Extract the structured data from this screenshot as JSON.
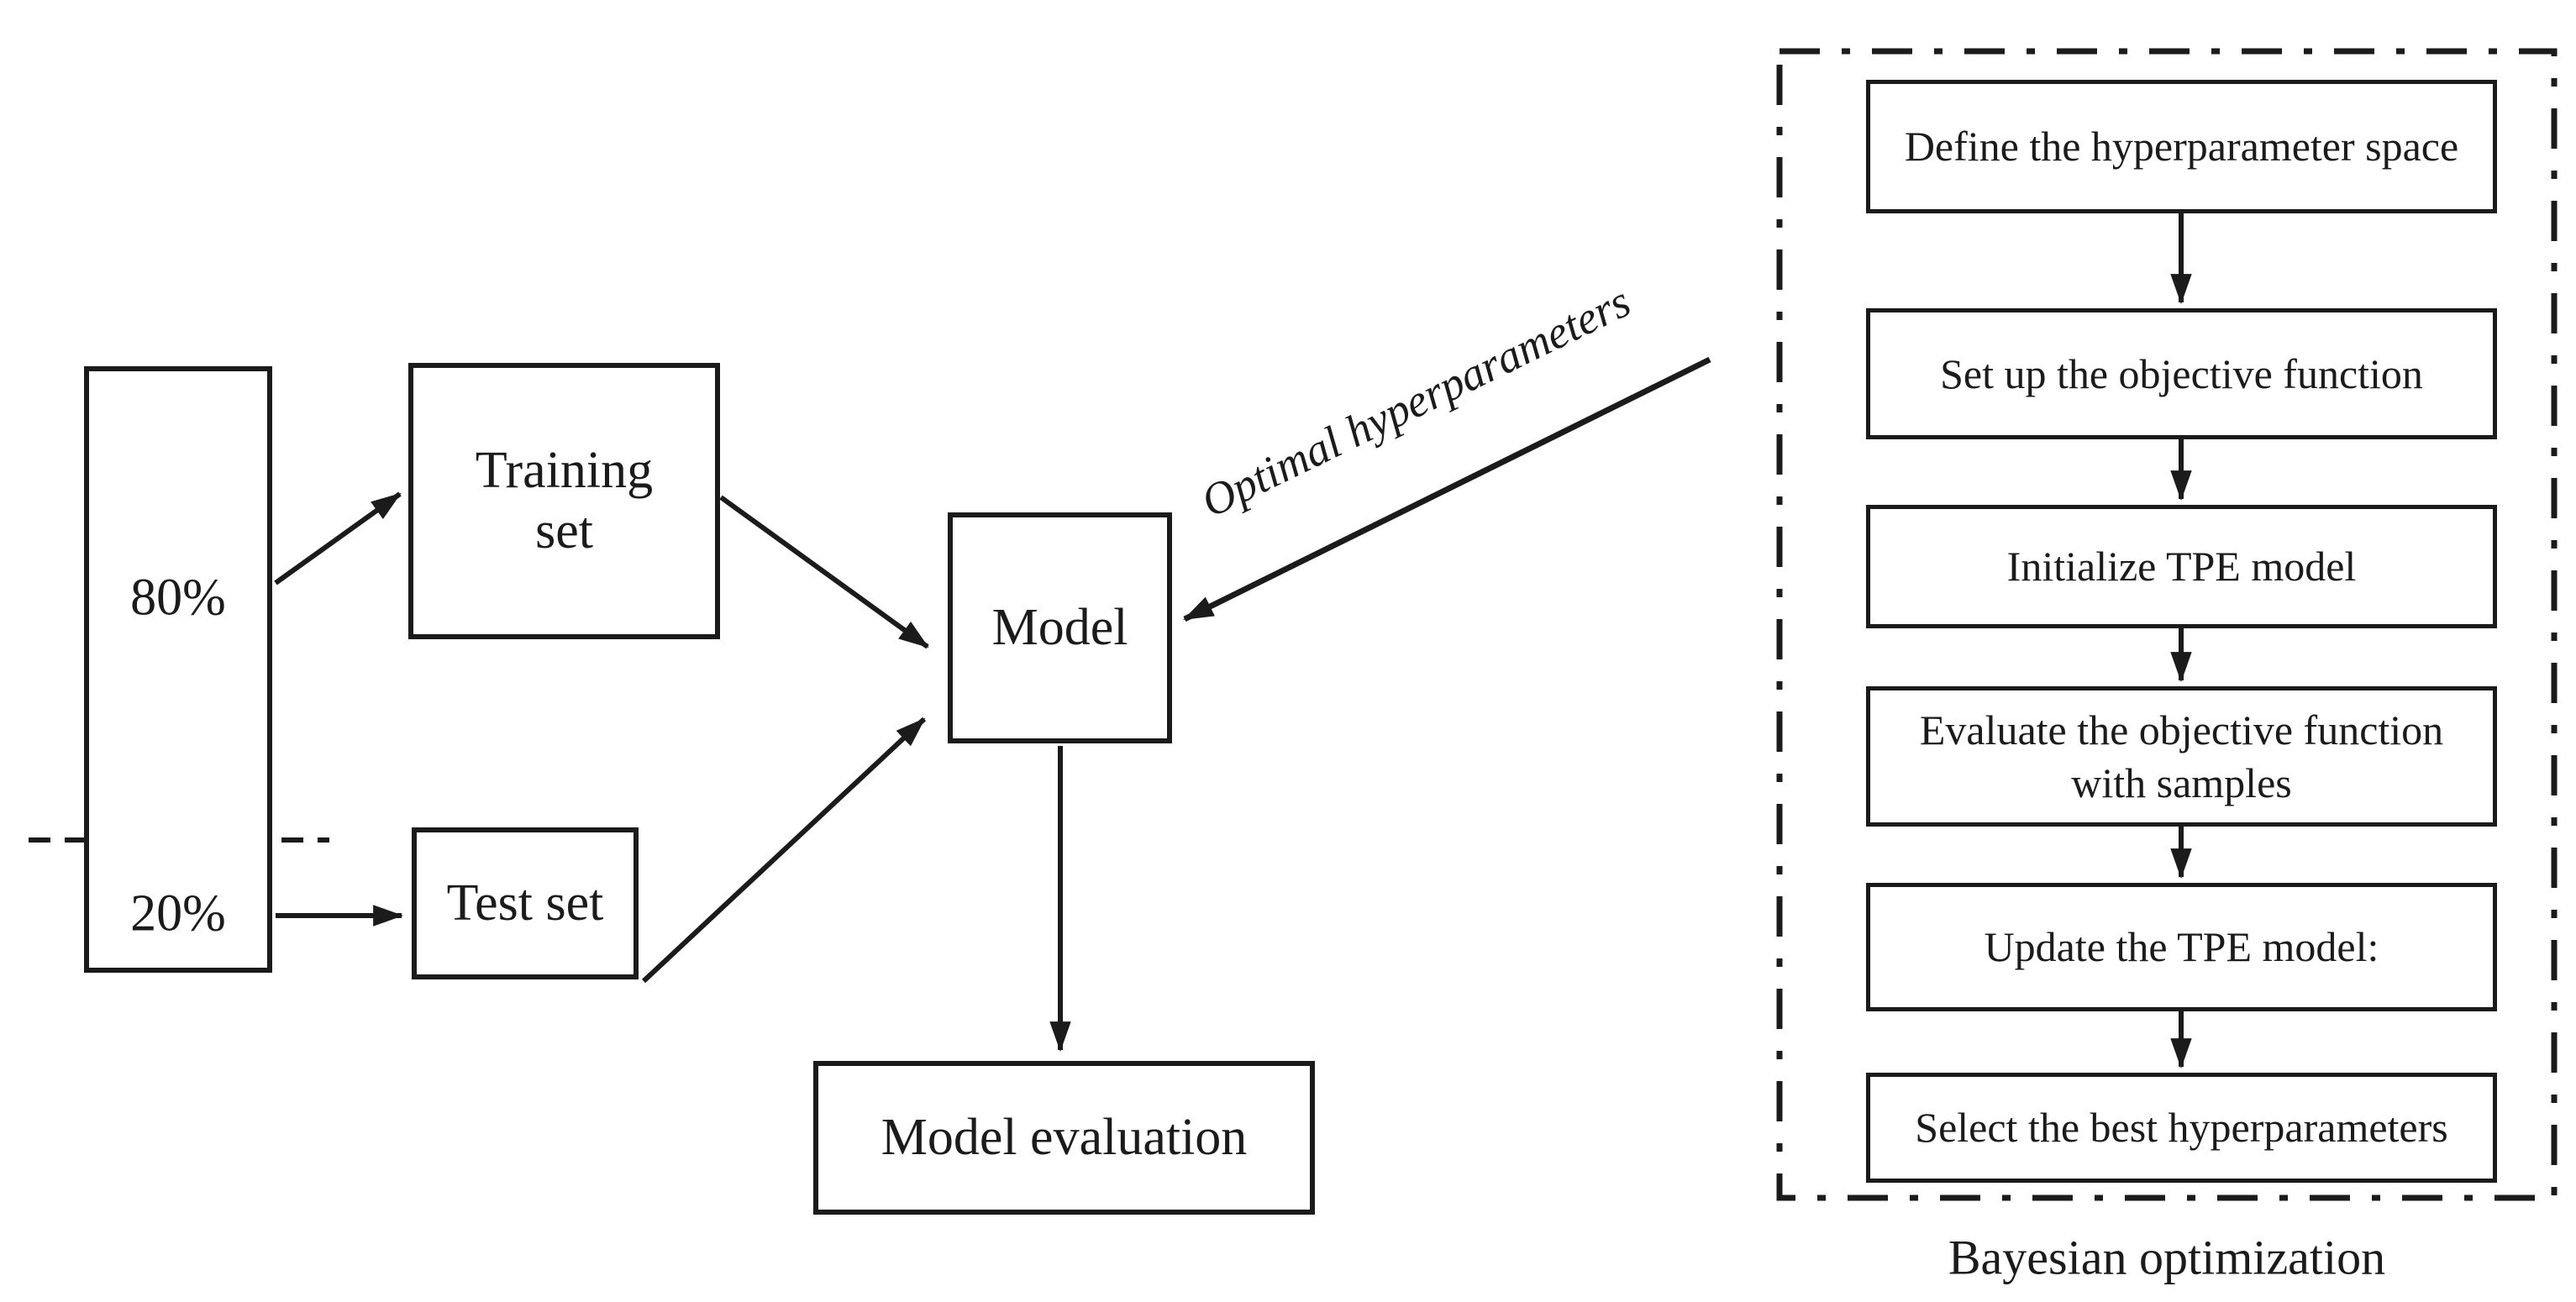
{
  "colors": {
    "ink": "#1b1b1b",
    "background": "#ffffff"
  },
  "split_box": {
    "top_label": "80%",
    "bottom_label": "20%"
  },
  "nodes": {
    "training_set": "Training set",
    "test_set": "Test set",
    "model": "Model",
    "model_evaluation": "Model evaluation"
  },
  "annotations": {
    "optimal_hyperparameters": "Optimal hyperparameters"
  },
  "bayesian_panel": {
    "caption": "Bayesian optimization",
    "steps": [
      "Define the hyperparameter space",
      "Set up the objective function",
      "Initialize TPE model",
      "Evaluate the objective function with samples",
      "Update the TPE model:",
      "Select the best hyperparameters"
    ]
  },
  "edges": [
    {
      "from": "data-split-80",
      "to": "training-set",
      "label": ""
    },
    {
      "from": "data-split-20",
      "to": "test-set",
      "label": ""
    },
    {
      "from": "training-set",
      "to": "model",
      "label": ""
    },
    {
      "from": "test-set",
      "to": "model",
      "label": ""
    },
    {
      "from": "bayesian-optimization",
      "to": "model",
      "label": "Optimal hyperparameters"
    },
    {
      "from": "model",
      "to": "model-evaluation",
      "label": ""
    },
    {
      "from": "step-1",
      "to": "step-2",
      "label": ""
    },
    {
      "from": "step-2",
      "to": "step-3",
      "label": ""
    },
    {
      "from": "step-3",
      "to": "step-4",
      "label": ""
    },
    {
      "from": "step-4",
      "to": "step-5",
      "label": ""
    },
    {
      "from": "step-5",
      "to": "step-6",
      "label": ""
    }
  ]
}
